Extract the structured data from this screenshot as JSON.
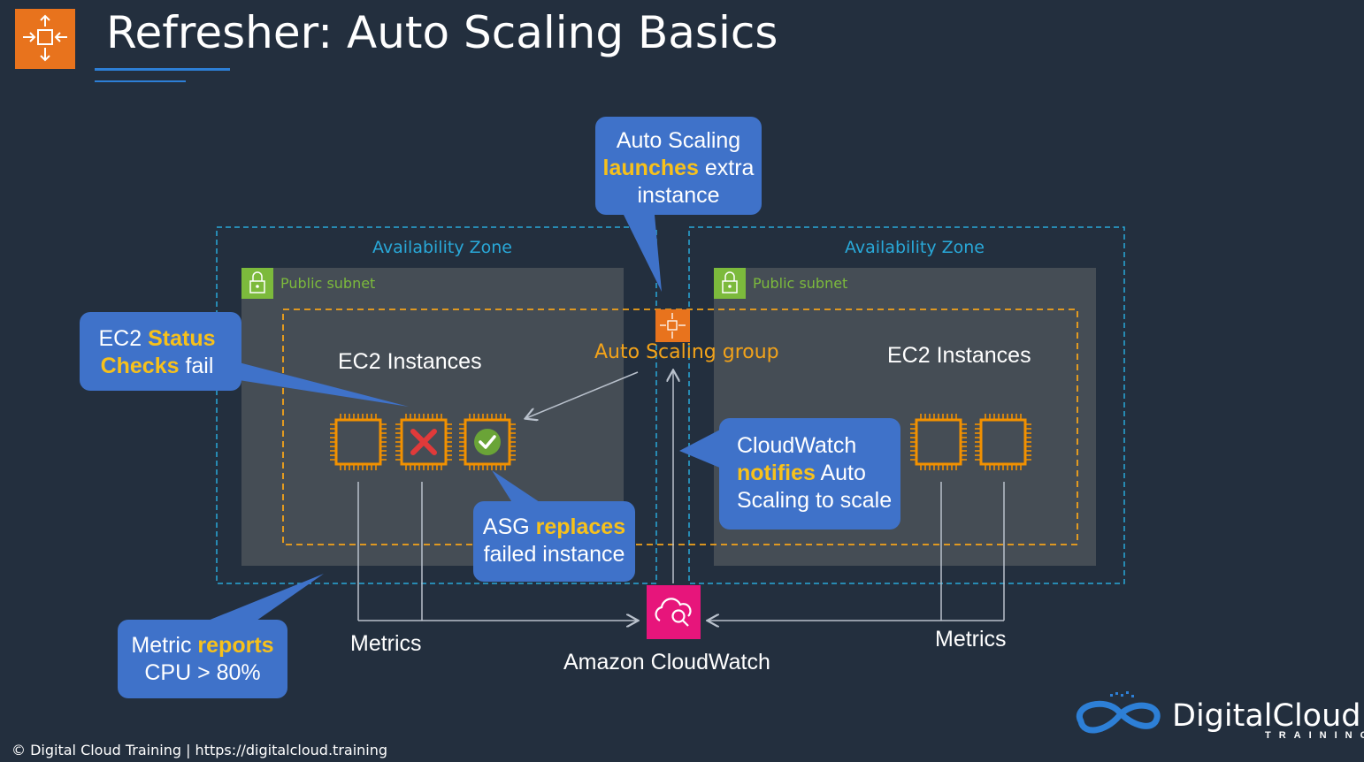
{
  "header": {
    "title": "Refresher: Auto Scaling Basics",
    "icon": "auto-scaling-icon",
    "icon_color": "#e8731d"
  },
  "zones": {
    "left": {
      "az_label": "Availability Zone",
      "subnet_label": "Public subnet",
      "ec2_label": "EC2 Instances"
    },
    "right": {
      "az_label": "Availability Zone",
      "subnet_label": "Public subnet",
      "ec2_label": "EC2 Instances"
    }
  },
  "asg": {
    "label": "Auto Scaling group",
    "icon": "auto-scaling-icon"
  },
  "cloudwatch": {
    "label": "Amazon CloudWatch",
    "icon": "cloudwatch-icon",
    "color": "#e7157b"
  },
  "metrics": {
    "left": "Metrics",
    "right": "Metrics"
  },
  "callouts": {
    "launch": {
      "line1": "Auto Scaling",
      "line2_hl": "launches",
      "line2_rest": " extra",
      "line3": "instance"
    },
    "status": {
      "line1_a": "EC2 ",
      "line1_hl": "Status",
      "line2_hl": "Checks",
      "line2_rest": " fail"
    },
    "notify": {
      "line1": "CloudWatch",
      "line2_hl": "notifies",
      "line2_rest": " Auto",
      "line3": "Scaling to scale"
    },
    "replace": {
      "line1_a": "ASG ",
      "line1_hl": "replaces",
      "line2": "failed instance"
    },
    "metric": {
      "line1_a": "Metric ",
      "line1_hl": "reports",
      "line2": "CPU > 80%"
    }
  },
  "colors": {
    "background": "#232f3e",
    "callout": "#3f72c9",
    "highlight": "#f7c11b",
    "instance": "#f29100",
    "az_border": "#29a8d8",
    "subnet_green": "#7cba3c",
    "asg_orange": "#f3a31a"
  },
  "footer": {
    "text": "© Digital Cloud Training  | https://digitalcloud.training"
  },
  "brand": {
    "name": "DigitalCloud",
    "sub": "TRAINING"
  }
}
